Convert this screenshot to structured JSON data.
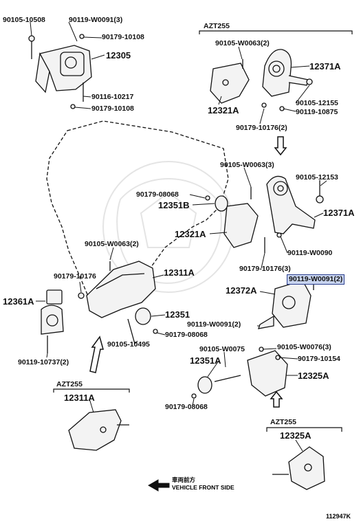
{
  "labels": {
    "p90105_10508": "90105-10508",
    "p90119_W0091_3": "90119-W0091(3)",
    "p90179_10108_a": "90179-10108",
    "p12305": "12305",
    "p90116_10217": "90116-10217",
    "p90179_10108_b": "90179-10108",
    "azt255_top": "AZT255",
    "p90105_W0063_top": "90105-W0063(2)",
    "p12371A_top": "12371A",
    "p12321A_top": "12321A",
    "p90105_12155": "90105-12155",
    "p90119_10875": "90119-10875",
    "p90179_10176_2": "90179-10176(2)",
    "p90105_W0063_3": "90105-W0063(3)",
    "p90179_08068_mid": "90179-08068",
    "p90105_12153": "90105-12153",
    "p12351B": "12351B",
    "p12371A_mid": "12371A",
    "p12321A_mid": "12321A",
    "p90119_W0090": "90119-W0090",
    "p90105_W0063_2b": "90105-W0063(2)",
    "p90179_10176_3": "90179-10176(3)",
    "p90179_10176": "90179-10176",
    "p12311A": "12311A",
    "p90119_W0091_2_hl": "90119-W0091(2)",
    "p12361A": "12361A",
    "p12372A": "12372A",
    "p12351": "12351",
    "p90119_W0091_2": "90119-W0091(2)",
    "p90179_08068_low": "90179-08068",
    "p90105_10495": "90105-10495",
    "p90105_W0075": "90105-W0075",
    "p90105_W0076_3": "90105-W0076(3)",
    "p12351A": "12351A",
    "p90179_10154": "90179-10154",
    "p90119_10737_2": "90119-10737(2)",
    "p12325A": "12325A",
    "azt255_left": "AZT255",
    "p12311A_box": "12311A",
    "p90179_08068_bottom": "90179-08068",
    "azt255_right": "AZT255",
    "p12325A_box": "12325A",
    "vehicle_front_jp": "車両前方",
    "vehicle_front_en": "VEHICLE FRONT SIDE",
    "diagram_code": "112947K"
  },
  "colors": {
    "line": "#111111",
    "highlight_fill": "#c7d3ee",
    "highlight_border": "#2b3f8f",
    "watermark": "#e6e6e6"
  }
}
